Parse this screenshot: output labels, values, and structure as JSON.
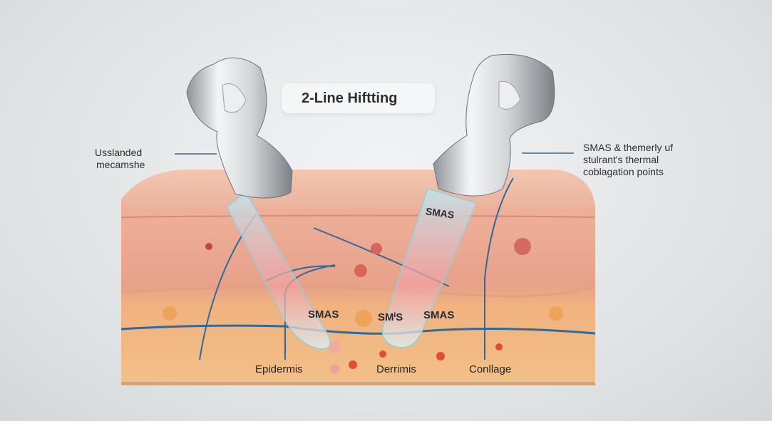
{
  "title": "2-Line Hiftting",
  "left_callout": [
    "Usslanded",
    "mecamshe"
  ],
  "right_callout": [
    "SMAS & themerly uf",
    "stulrant's thermal",
    "coblagation points"
  ],
  "probe_labels": {
    "right_probe": "SMAS"
  },
  "focal_labels": [
    "SMAS",
    "SMⁱS",
    "SMAS"
  ],
  "layer_labels": [
    "Epidermis",
    "Derrimis",
    "Conllage"
  ],
  "colors": {
    "accent_line": "#2f6a9a",
    "skin_top": "#e9a58c",
    "skin_bottom": "#f0bd82"
  }
}
